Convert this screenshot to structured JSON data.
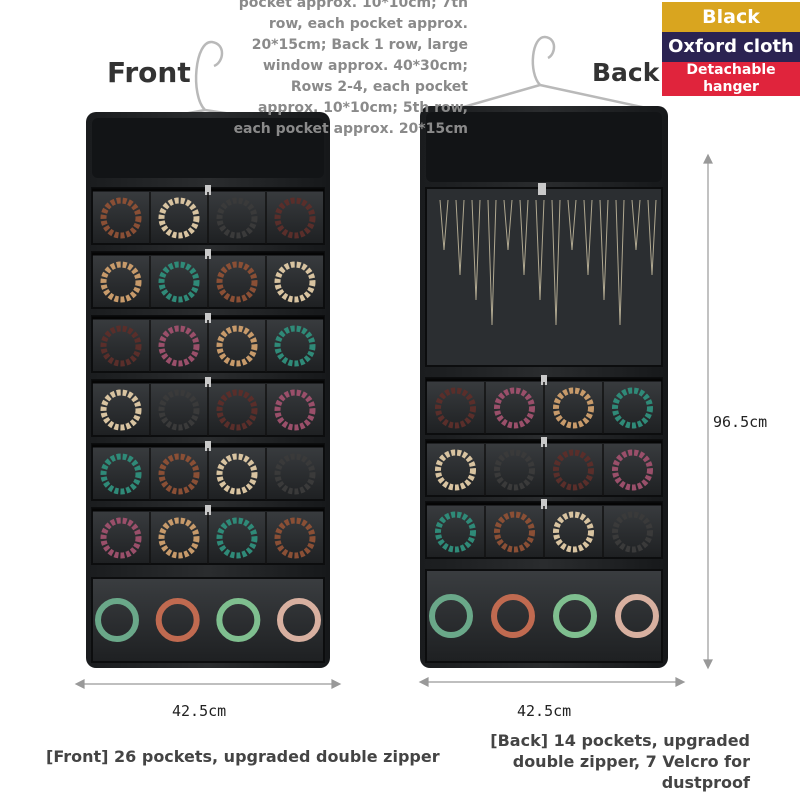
{
  "labels": {
    "front": "Front",
    "back": "Back"
  },
  "description_lines": [
    "pocket approx. 10*10cm; 7th",
    "row, each pocket approx.",
    "20*15cm; Back 1 row, large",
    "window approx. 40*30cm;",
    "Rows 2-4, each pocket",
    "approx. 10*10cm; 5th row,",
    "each pocket approx. 20*15cm"
  ],
  "badges": {
    "color": "Black",
    "material": "Oxford cloth",
    "hanger_line1": "Detachable",
    "hanger_line2": "hanger"
  },
  "badge_colors": {
    "color": "#d9a51f",
    "material": "#2b2352",
    "hanger": "#e0243c"
  },
  "dimensions": {
    "front_width": "42.5cm",
    "back_width": "42.5cm",
    "height": "96.5cm"
  },
  "captions": {
    "front": "[Front] 26 pockets, upgraded double zipper",
    "back_line1": "[Back] 14 pockets, upgraded",
    "back_line2": "double zipper, 7 Velcro for",
    "back_line3": "dustproof"
  }
}
